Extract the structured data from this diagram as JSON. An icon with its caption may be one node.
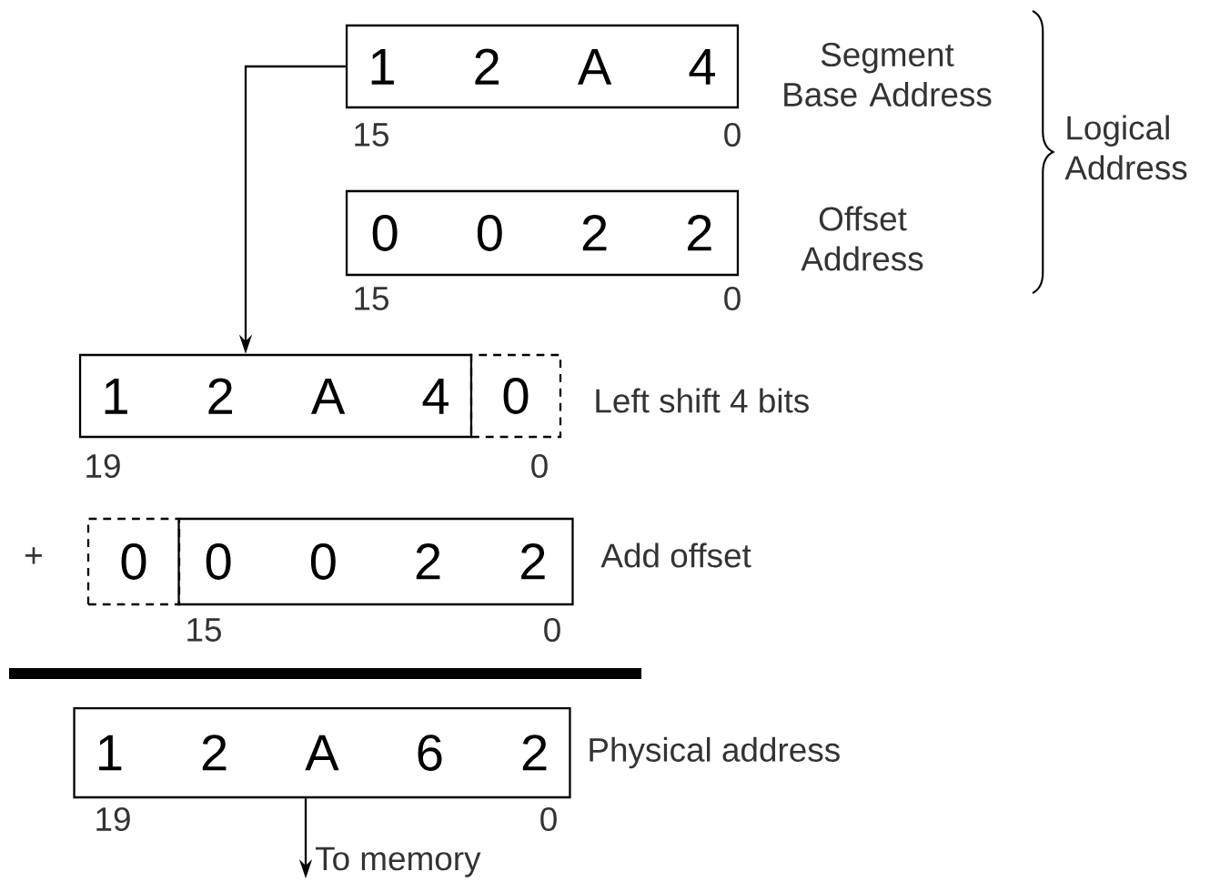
{
  "diagram": {
    "nodes": [
      {
        "text": [
          "1 2 A 4"
        ],
        "beside": [
          "Segment Base Address"
        ]
      },
      {
        "text": [
          "0 0 2 2"
        ],
        "beside": [
          "Offset Address"
        ]
      },
      {
        "text": [
          "1 2 A 4"
        ]
      },
      {
        "text": [
          "0"
        ],
        "beside": [
          "Left shift 4 bits"
        ]
      },
      {
        "text": [
          "0"
        ]
      },
      {
        "text": [
          "0 0 2 2"
        ],
        "beside": [
          "Add offset"
        ]
      },
      {
        "text": [
          "1 2 A 6 2"
        ],
        "beside": [
          "Physical address"
        ]
      }
    ],
    "edges": [
      {
        "from": 0,
        "to": 2,
        "arrow": "to"
      },
      {
        "from": 6,
        "to": null,
        "arrow": "to",
        "label": "To memory"
      }
    ],
    "labels": [
      "15",
      "0",
      "Logical Address",
      "15",
      "0",
      "19",
      "0",
      "+",
      "15",
      "0",
      "19",
      "0"
    ]
  }
}
